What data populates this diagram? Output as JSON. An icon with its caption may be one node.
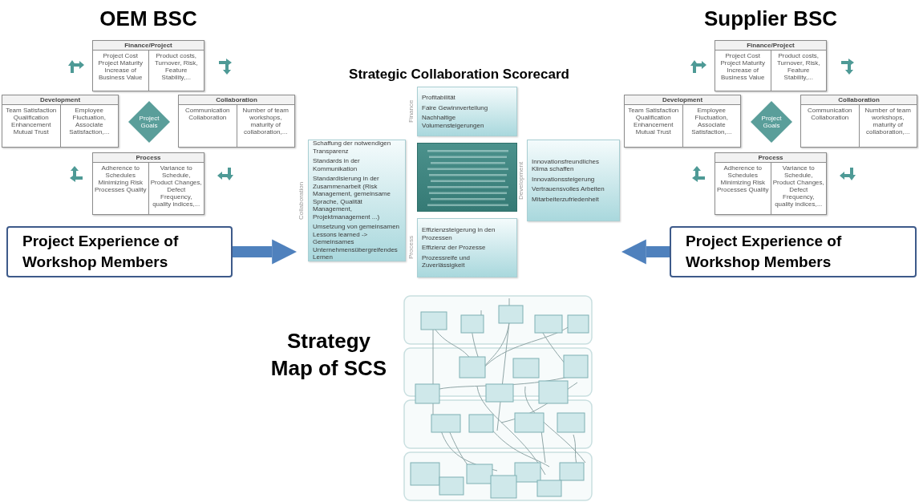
{
  "diagram": {
    "nodes": [
      {
        "text": [
          "OEM BSC"
        ]
      },
      {
        "text": [
          "Finance/Project",
          "Project Cost Project Maturity Increase of Business Value",
          "Product costs, Turnover, Risk, Feature Stability,..."
        ]
      },
      {
        "text": [
          "Development",
          "Team Satisfaction Qualification Enhancement Mutual Trust",
          "Employee Fluctuation, Associate Satisfaction,..."
        ]
      },
      {
        "text": [
          "Project Goals"
        ]
      },
      {
        "text": [
          "Collaboration",
          "Communication Collaboration",
          "Number of team workshops, maturity of collaboration,..."
        ]
      },
      {
        "text": [
          "Process",
          "Adherence to Schedules Minimizing Risk Processes Quality",
          "Variance to Schedule, Product Changes, Defect Frequency, quality indices,..."
        ]
      },
      {
        "text": [
          "Supplier BSC"
        ]
      },
      {
        "text": [
          "Finance/Project",
          "Project Cost Project Maturity Increase of Business Value",
          "Product costs, Turnover, Risk, Feature Stability,..."
        ]
      },
      {
        "text": [
          "Development",
          "Team Satisfaction Qualification Enhancement Mutual Trust",
          "Employee Fluctuation, Associate Satisfaction,..."
        ]
      },
      {
        "text": [
          "Project Goals"
        ]
      },
      {
        "text": [
          "Collaboration",
          "Communication Collaboration",
          "Number of team workshops, maturity of collaboration,..."
        ]
      },
      {
        "text": [
          "Process",
          "Adherence to Schedules Minimizing Risk Processes Quality",
          "Variance to Schedule, Product Changes, Defect Frequency, quality indices,..."
        ]
      },
      {
        "text": [
          "Strategic Collaboration Scorecard"
        ]
      },
      {
        "text": [
          "Profitabilität",
          "Faire Gewinnverteilung",
          "Nachhaltige Volumensteigerungen"
        ],
        "beside": [
          "Finance"
        ],
        "in": 12
      },
      {
        "text": [
          "Schaffung der notwendigen Transparenz",
          "Standards in der Kommunikation",
          "Standardisierung in der Zusammenarbeit (Risk Management, gemeinsame Sprache, Qualität Management, Projektmanagement ...)",
          "Umsetzung von gemeinsamen Lessons learned -> Gemeinsames Unternehmensübergreifendes Lernen"
        ],
        "beside": [
          "Collaboration"
        ],
        "in": 12
      },
      {
        "text": [],
        "shape": "box",
        "in": 12
      },
      {
        "text": [
          "Innovationsfreundliches Klima schaffen",
          "Innovationssteigerung",
          "Vertrauensvolles Arbeiten",
          "Mitarbeiterzufriedenheit"
        ],
        "beside": [
          "Development"
        ],
        "in": 12
      },
      {
        "text": [
          "Effizienzsteigerung in den Prozessen",
          "Effizienz der Prozesse",
          "Prozessreife und Zuverlässigkeit"
        ],
        "beside": [
          "Process"
        ],
        "in": 12
      },
      {
        "text": [
          "Project Experience of Workshop Members"
        ]
      },
      {
        "text": [
          "Project Experience of Workshop Members"
        ]
      },
      {
        "text": [],
        "shape": "picture",
        "beside": [
          "Strategy Map of SCS"
        ]
      }
    ],
    "edges": [
      {
        "from": 18,
        "to": 12,
        "arrow": "to"
      },
      {
        "from": 19,
        "to": 12,
        "arrow": "to"
      }
    ]
  }
}
